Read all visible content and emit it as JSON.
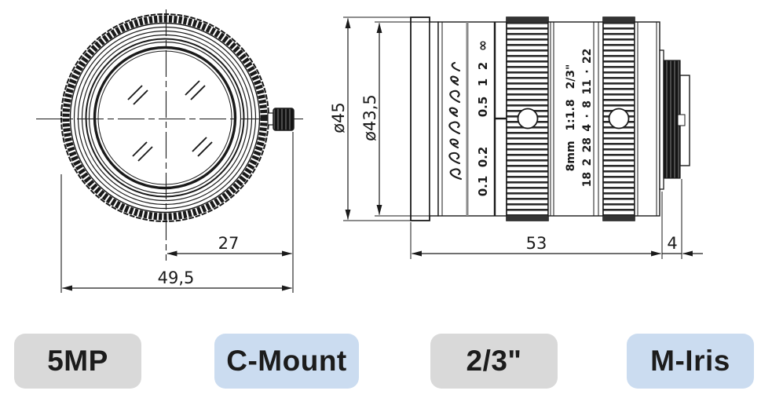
{
  "front_view": {
    "dim_center_to_knob": "27",
    "dim_overall_width": "49,5"
  },
  "side_view": {
    "dia_outer": "ø45",
    "dia_barrel": "ø43,5",
    "dim_body_length": "53",
    "dim_mount_length": "4",
    "focus_scale": [
      "0.1",
      "0.2",
      "0.5",
      "1",
      "2",
      "∞"
    ],
    "aperture_spec": "8mm 1:1.8 2/3\"",
    "aperture_scale": "18 2 28 4 · 8 11 · 22"
  },
  "badges": [
    {
      "label": "5MP",
      "bg": "#d9d9d9"
    },
    {
      "label": "C-Mount",
      "bg": "#cbdcf0"
    },
    {
      "label": "2/3\"",
      "bg": "#d9d9d9"
    },
    {
      "label": "M-Iris",
      "bg": "#cbdcf0"
    }
  ],
  "colors": {
    "line": "#1a1a1a",
    "gray_accent_line": "#8a8a8a",
    "badge_gray": "#d9d9d9",
    "badge_blue": "#cbdcf0",
    "badge_text": "#1c1c1c"
  }
}
